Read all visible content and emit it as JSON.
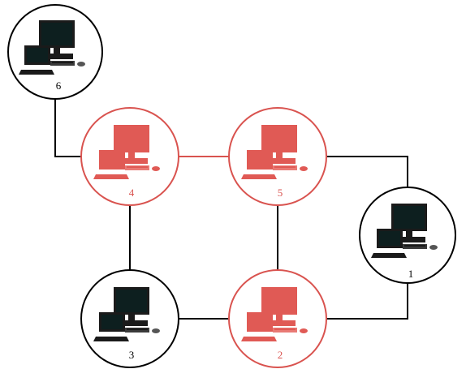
{
  "colors": {
    "background": "#ffffff",
    "normal": "#000000",
    "highlight": "#d9534f",
    "highlight_fill": "#e05a55",
    "monitor_screen": "#0d1f1f"
  },
  "nodes": [
    {
      "id": "6",
      "label": "6",
      "state": "normal",
      "icon": "desktop-and-laptop-icon"
    },
    {
      "id": "4",
      "label": "4",
      "state": "highlighted",
      "icon": "desktop-and-laptop-icon"
    },
    {
      "id": "5",
      "label": "5",
      "state": "highlighted",
      "icon": "desktop-and-laptop-icon"
    },
    {
      "id": "1",
      "label": "1",
      "state": "normal",
      "icon": "desktop-and-laptop-icon"
    },
    {
      "id": "3",
      "label": "3",
      "state": "normal",
      "icon": "desktop-and-laptop-icon"
    },
    {
      "id": "2",
      "label": "2",
      "state": "highlighted",
      "icon": "desktop-and-laptop-icon"
    }
  ],
  "edges": [
    {
      "from": "6",
      "to": "4",
      "state": "normal"
    },
    {
      "from": "4",
      "to": "5",
      "state": "highlighted"
    },
    {
      "from": "5",
      "to": "1",
      "state": "normal"
    },
    {
      "from": "4",
      "to": "3",
      "state": "normal"
    },
    {
      "from": "5",
      "to": "2",
      "state": "normal"
    },
    {
      "from": "3",
      "to": "2",
      "state": "normal"
    },
    {
      "from": "2",
      "to": "1",
      "state": "normal"
    }
  ]
}
